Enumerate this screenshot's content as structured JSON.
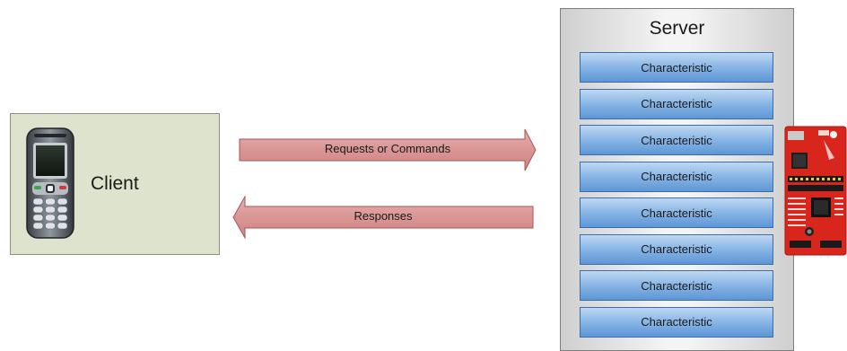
{
  "client": {
    "label": "Client",
    "icon": "mobile-phone-icon"
  },
  "server": {
    "title": "Server",
    "characteristics": [
      "Characteristic",
      "Characteristic",
      "Characteristic",
      "Characteristic",
      "Characteristic",
      "Characteristic",
      "Characteristic",
      "Characteristic"
    ],
    "device_icon": "launchpad-board-icon"
  },
  "arrows": {
    "request_label": "Requests or Commands",
    "response_label": "Responses"
  },
  "colors": {
    "client_fill": "#dde3cc",
    "arrow_fill": "#d99594",
    "arrow_stroke": "#a65654",
    "characteristic_fill": "#8cb8e6",
    "characteristic_stroke": "#3b6ea8",
    "board_red": "#d9261c"
  }
}
